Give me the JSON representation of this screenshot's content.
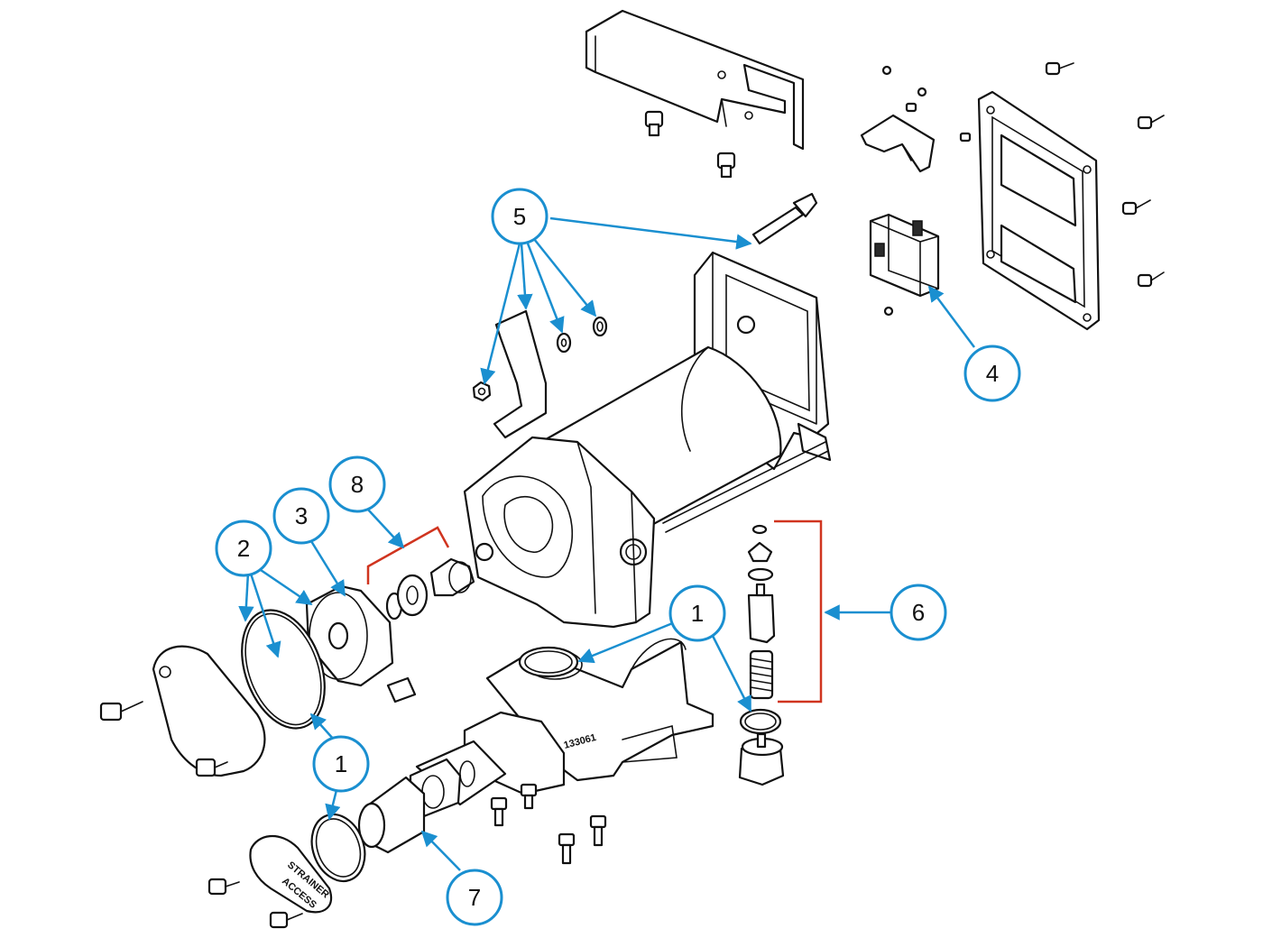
{
  "callouts": {
    "c1a": "1",
    "c1b": "1",
    "c2": "2",
    "c3": "3",
    "c4": "4",
    "c5": "5",
    "c6": "6",
    "c7": "7",
    "c8": "8"
  },
  "stamps": {
    "strainer_line1": "STRAINER",
    "strainer_line2": "ACCESS",
    "part_number": "133061"
  },
  "colors": {
    "callout": "#1a8fd0",
    "bracket": "#d0341f",
    "line": "#111111"
  }
}
